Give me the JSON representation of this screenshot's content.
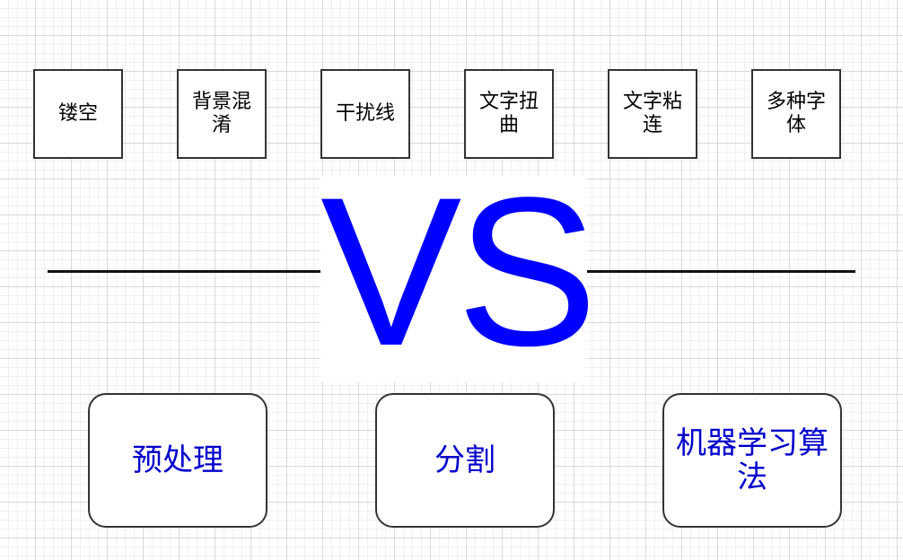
{
  "top_row": [
    {
      "label": "镂空"
    },
    {
      "label": "背景混淆"
    },
    {
      "label": "干扰线"
    },
    {
      "label": "文字扭曲"
    },
    {
      "label": "文字粘连"
    },
    {
      "label": "多种字体"
    }
  ],
  "vs_label": "VS",
  "bottom_row": [
    {
      "label": "预处理"
    },
    {
      "label": "分割"
    },
    {
      "label": "机器学习算法"
    }
  ],
  "colors": {
    "accent": "#0000ff",
    "box_text": "#0000cc",
    "border": "#333333",
    "line": "#111111"
  }
}
